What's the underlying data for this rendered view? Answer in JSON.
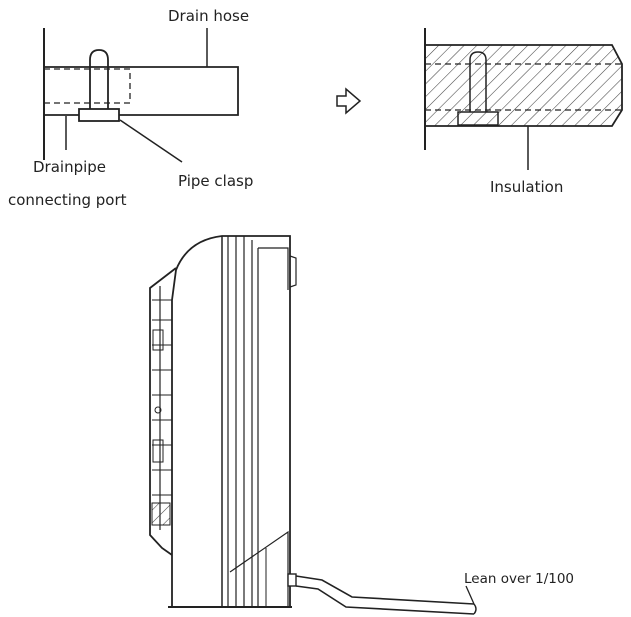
{
  "labels": {
    "drain_hose": "Drain hose",
    "drainpipe": "Drainpipe",
    "connecting_port": "connecting port",
    "pipe_clasp": "Pipe clasp",
    "insulation": "Insulation",
    "lean": "Lean over 1/100"
  },
  "colors": {
    "line": "#222222",
    "background": "#ffffff"
  },
  "icons": {
    "arrow": "arrow-right-outline-icon"
  }
}
